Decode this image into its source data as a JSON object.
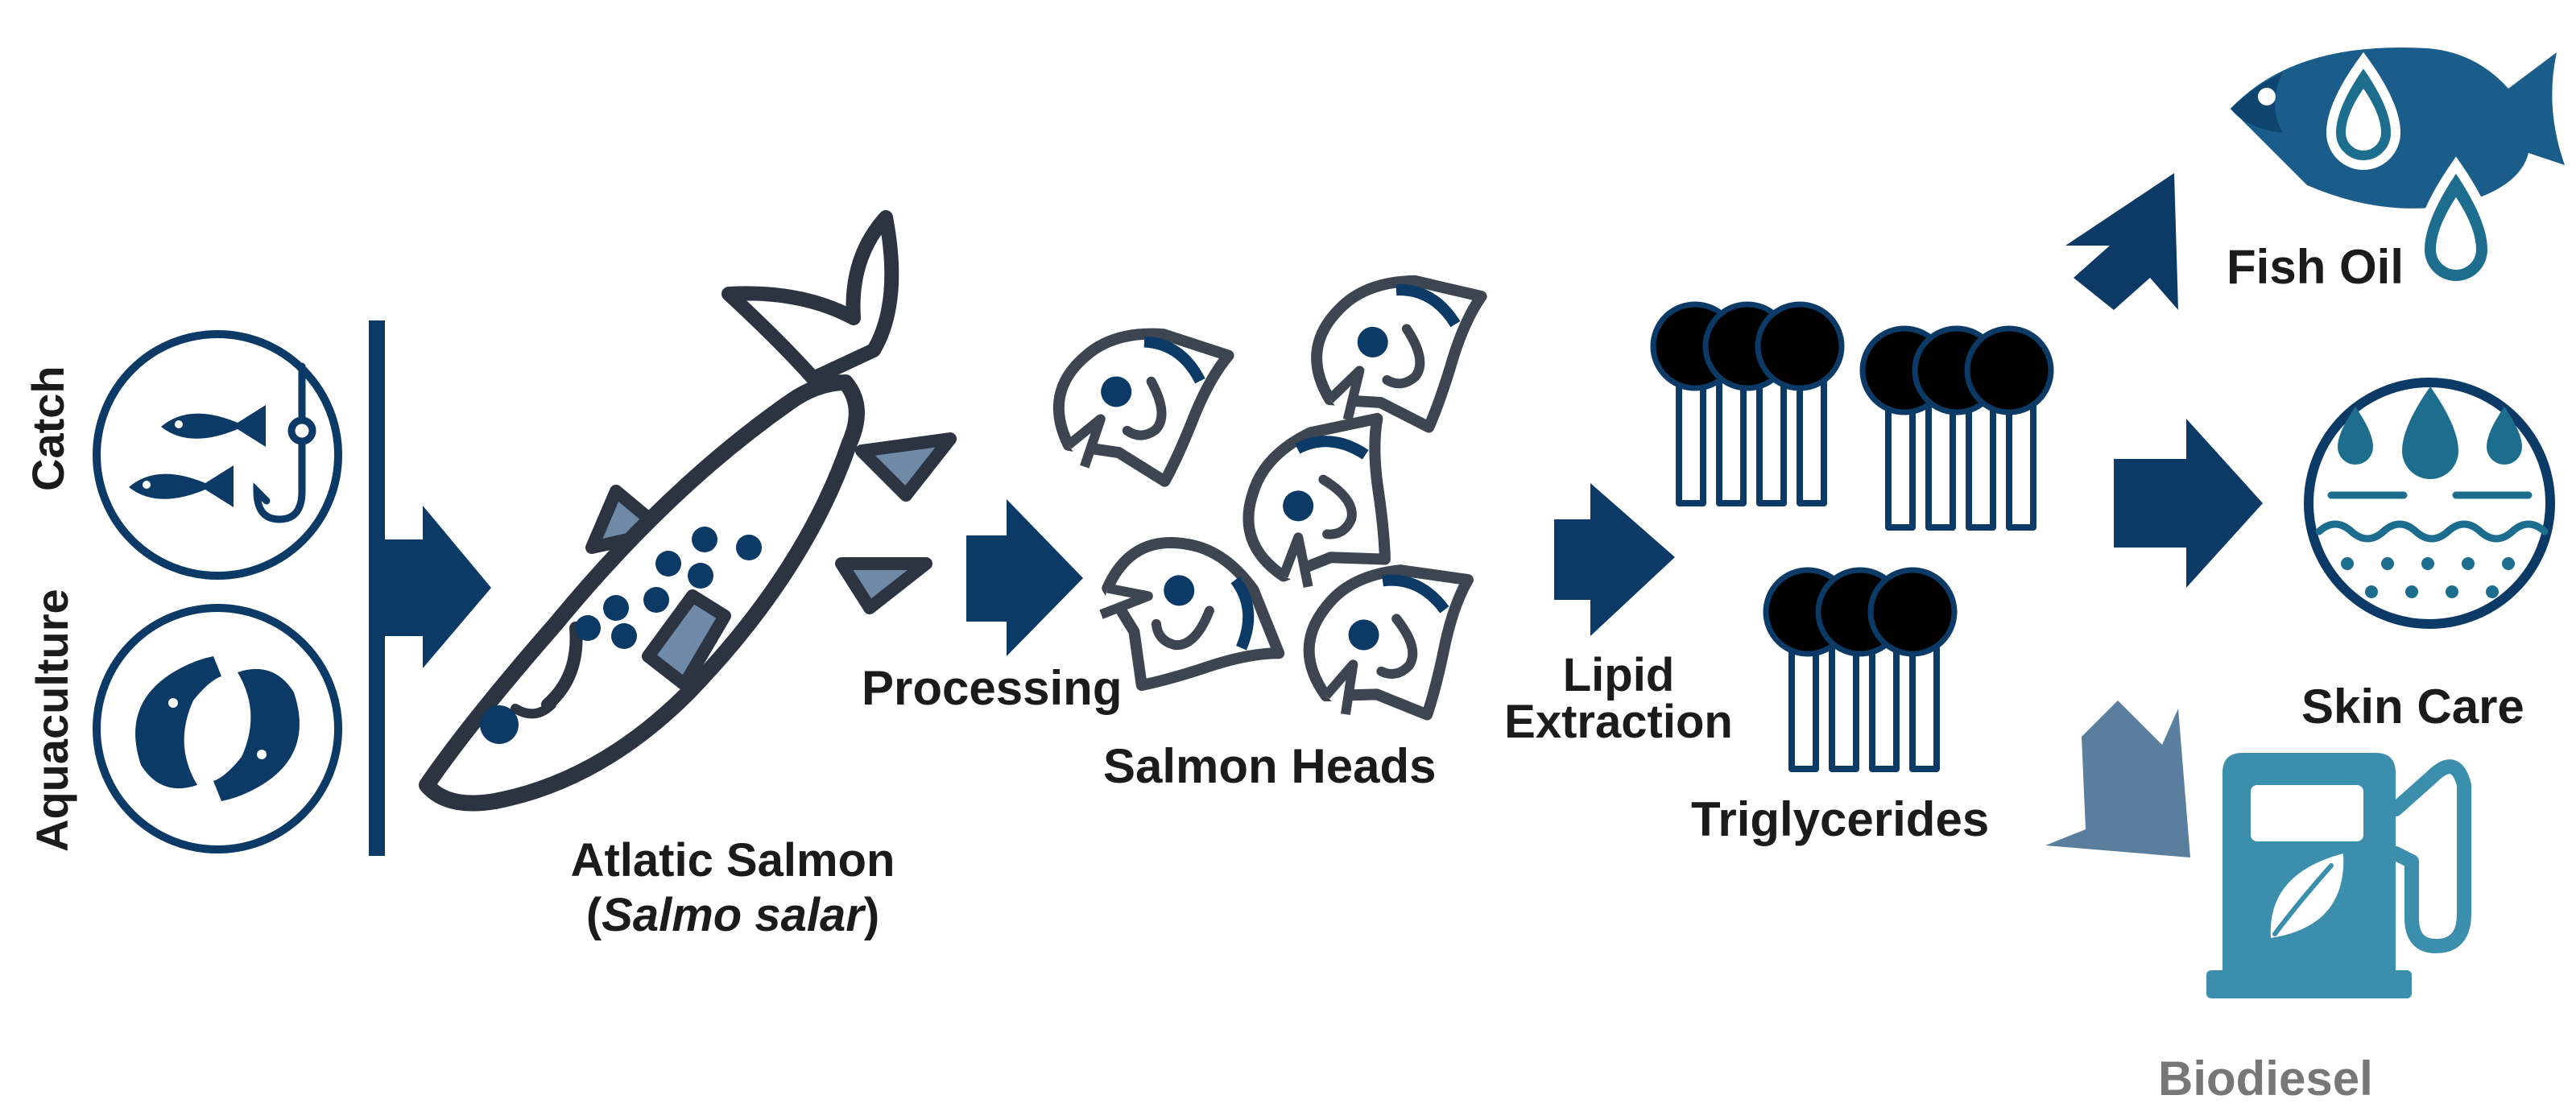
{
  "sources": {
    "catch_label": "Catch",
    "aquaculture_label": "Aquaculture"
  },
  "salmon": {
    "name": "Atlatic Salmon",
    "paren_open": "(",
    "latin": "Salmo salar",
    "paren_close": ")"
  },
  "steps": {
    "processing": "Processing",
    "heads": "Salmon Heads",
    "lipid_line1": "Lipid",
    "lipid_line2": "Extraction",
    "triglycerides": "Triglycerides"
  },
  "products": {
    "fish_oil": "Fish Oil",
    "skin_care": "Skin Care",
    "biodiesel": "Biodiesel"
  },
  "colors": {
    "navy": "#0b3a66",
    "outline": "#2b3440",
    "fin": "#6f8aa6",
    "teal": "#1d6e8e",
    "steel": "#5a7f9e",
    "biodiesel": "#3b8fad",
    "biodiesel_text": "#777777"
  }
}
